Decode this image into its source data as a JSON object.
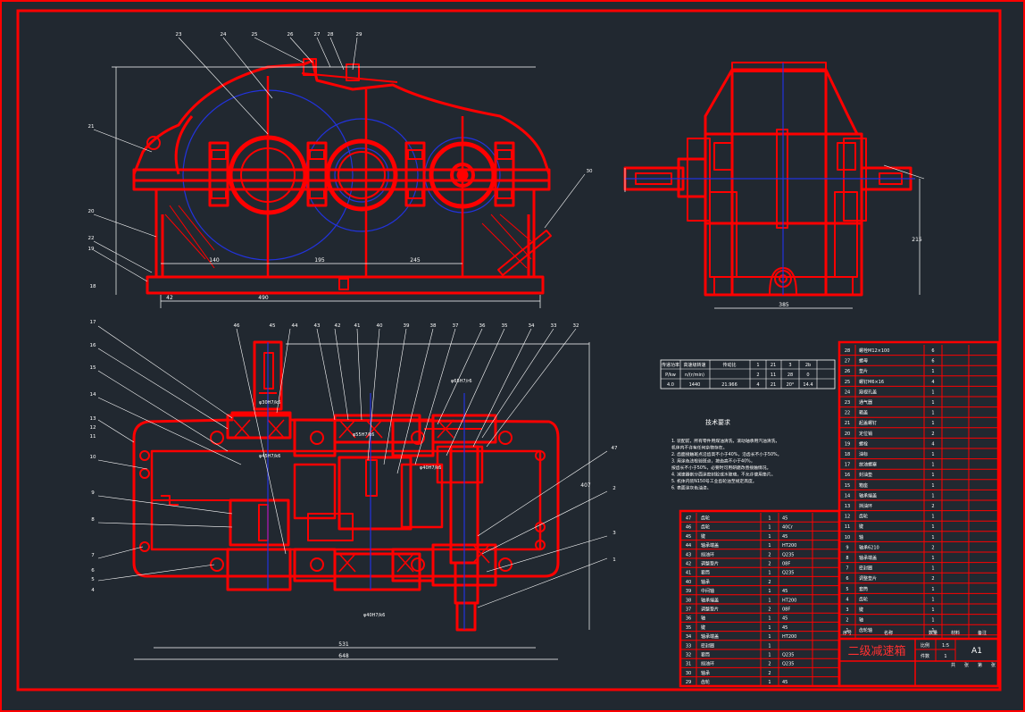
{
  "colors": {
    "background": "#212830",
    "line": "#ff0000",
    "gear_circle": "#2233dd",
    "dimension": "#ffffff"
  },
  "front_view": {
    "dimensions": [
      "140",
      "195",
      "245",
      "490",
      "42"
    ]
  },
  "side_view": {
    "dimensions": [
      "385",
      "215"
    ]
  },
  "top_view": {
    "dimensions": [
      "531",
      "648",
      "407"
    ],
    "labels": [
      "φ30H7/k6",
      "φ45H7/k6",
      "φ40H7/k6",
      "φ65H7/r6",
      "φ55H7/k6",
      "φ40H7/k6"
    ]
  },
  "gear_table": {
    "rows": [
      [
        "传递功率",
        "高速级转速",
        "传动比",
        "1",
        "21",
        "3",
        "2b"
      ],
      [
        "P/kw",
        "n/(r/min)",
        "",
        "2",
        "11",
        "28",
        "0"
      ],
      [
        "4.0",
        "1440",
        "21.966",
        "4",
        "21",
        "20°",
        "14.4"
      ]
    ]
  },
  "technical_requirements": {
    "title": "技术要求",
    "lines": [
      "1. 装配前，所有零件用煤油清洗，滚动轴承用汽油清洗，",
      "   机体内不许有任何杂物存在。",
      "2. 齿面接触斑点沿齿高不小于40%，沿齿长不小于50%。",
      "3. 用涂色法检验斑点，按齿高不小于40%，",
      "   按齿长不小于50%，必要时可用研磨改善接触情况。",
      "4. 减速器剖分面涂密封胶或水玻璃，不允许使用垫片。",
      "5. 机体内装N150号工业齿轮油至规定高度。",
      "6. 表面涂灰色油漆。"
    ]
  },
  "parts_right": [
    [
      "28",
      "螺栓M12×100",
      "6"
    ],
    [
      "27",
      "螺母",
      "6"
    ],
    [
      "26",
      "垫片",
      "1"
    ],
    [
      "25",
      "螺钉M6×16",
      "4"
    ],
    [
      "24",
      "窥视孔盖",
      "1"
    ],
    [
      "23",
      "通气器",
      "1"
    ],
    [
      "22",
      "箱盖",
      "1"
    ],
    [
      "21",
      "起盖螺钉",
      "1"
    ],
    [
      "20",
      "定位销",
      "2"
    ],
    [
      "19",
      "螺栓",
      "4"
    ],
    [
      "18",
      "油标",
      "1"
    ],
    [
      "17",
      "放油螺塞",
      "1"
    ],
    [
      "16",
      "封油垫",
      "1"
    ],
    [
      "15",
      "箱座",
      "1"
    ],
    [
      "14",
      "轴承端盖",
      "1"
    ],
    [
      "13",
      "挡油环",
      "2"
    ],
    [
      "12",
      "齿轮",
      "1"
    ],
    [
      "11",
      "键",
      "1"
    ],
    [
      "10",
      "轴",
      "1"
    ],
    [
      "9",
      "轴承6210",
      "2"
    ],
    [
      "8",
      "轴承端盖",
      "1"
    ],
    [
      "7",
      "密封圈",
      "1"
    ],
    [
      "6",
      "调整垫片",
      "2"
    ],
    [
      "5",
      "套筒",
      "1"
    ],
    [
      "4",
      "齿轮",
      "1"
    ],
    [
      "3",
      "键",
      "1"
    ],
    [
      "2",
      "轴",
      "1"
    ],
    [
      "1",
      "齿轮轴",
      "1"
    ]
  ],
  "parts_right_header": [
    "序号",
    "名称",
    "数量",
    "材料",
    "备注"
  ],
  "parts_bottom": [
    [
      "47",
      "齿轮",
      "1",
      "45"
    ],
    [
      "46",
      "齿轮",
      "1",
      "40Cr"
    ],
    [
      "45",
      "键",
      "1",
      "45"
    ],
    [
      "44",
      "轴承端盖",
      "1",
      "HT200"
    ],
    [
      "43",
      "挡油环",
      "2",
      "Q235"
    ],
    [
      "42",
      "调整垫片",
      "2",
      "08F"
    ],
    [
      "41",
      "套筒",
      "1",
      "Q235"
    ],
    [
      "40",
      "轴承",
      "2",
      ""
    ],
    [
      "39",
      "中间轴",
      "1",
      "45"
    ],
    [
      "38",
      "轴承端盖",
      "1",
      "HT200"
    ],
    [
      "37",
      "调整垫片",
      "2",
      "08F"
    ],
    [
      "36",
      "轴",
      "1",
      "45"
    ],
    [
      "35",
      "键",
      "1",
      "45"
    ],
    [
      "34",
      "轴承端盖",
      "1",
      "HT200"
    ],
    [
      "33",
      "密封圈",
      "1",
      ""
    ],
    [
      "32",
      "套筒",
      "1",
      "Q235"
    ],
    [
      "31",
      "挡油环",
      "2",
      "Q235"
    ],
    [
      "30",
      "轴承",
      "2",
      ""
    ],
    [
      "29",
      "齿轮",
      "1",
      "45"
    ]
  ],
  "title_block": {
    "title": "二级减速箱",
    "scale_label": "比例",
    "scale": "1:5",
    "sheet_label": "件数",
    "sheet": "1",
    "drawing_no": "A1",
    "footer": [
      "共",
      "张",
      "第",
      "张"
    ]
  }
}
